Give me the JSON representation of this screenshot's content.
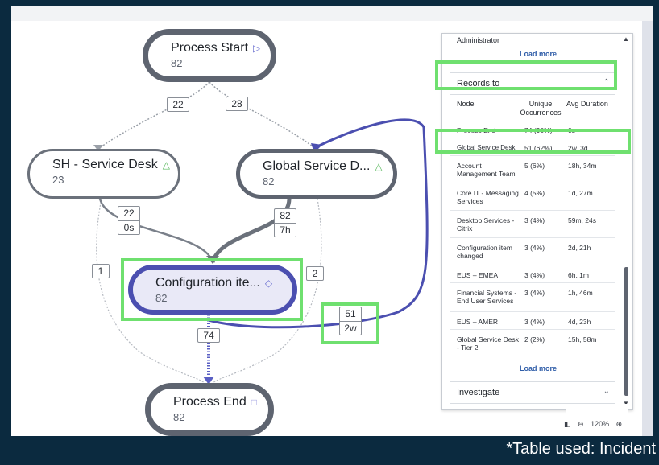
{
  "nodes": {
    "start": {
      "title": "Process Start",
      "count": "82",
      "glyph": "▷"
    },
    "sh": {
      "title": "SH - Service Desk",
      "count": "23",
      "glyph": "△"
    },
    "gsd": {
      "title": "Global Service D...",
      "count": "82",
      "glyph": "△"
    },
    "ci": {
      "title": "Configuration ite...",
      "count": "82",
      "glyph": "◇"
    },
    "end": {
      "title": "Process End",
      "count": "82",
      "glyph": "□"
    }
  },
  "edges": {
    "start_sh": "22",
    "start_gsd": "28",
    "sh_ci_count": "22",
    "sh_ci_dur": "0s",
    "gsd_ci_count": "82",
    "gsd_ci_dur": "7h",
    "left_loop": "1",
    "right_loop": "2",
    "ci_end": "74",
    "ci_gsd_count": "51",
    "ci_gsd_dur": "2w"
  },
  "panel": {
    "admin": "Administrator",
    "load_more": "Load more",
    "records_to": "Records to",
    "col_node": "Node",
    "col_unique": "Unique Occurrences",
    "col_avg": "Avg Duration",
    "rows": [
      {
        "node": "Process End",
        "unique": "74 (90%)",
        "avg": "0s"
      },
      {
        "node": "Global Service Desk",
        "unique": "51 (62%)",
        "avg": "2w, 3d"
      },
      {
        "node": "Account Management Team",
        "unique": "5 (6%)",
        "avg": "18h, 34m"
      },
      {
        "node": "Core IT - Messaging Services",
        "unique": "4 (5%)",
        "avg": "1d, 27m"
      },
      {
        "node": "Desktop Services - Citrix",
        "unique": "3 (4%)",
        "avg": "59m, 24s"
      },
      {
        "node": "Configuration item changed",
        "unique": "3 (4%)",
        "avg": "2d, 21h"
      },
      {
        "node": "EUS – EMEA",
        "unique": "3 (4%)",
        "avg": "6h, 1m"
      },
      {
        "node": "Financial Systems - End User Services",
        "unique": "3 (4%)",
        "avg": "1h, 46m"
      },
      {
        "node": "EUS – AMER",
        "unique": "3 (4%)",
        "avg": "4d, 23h"
      },
      {
        "node": "Global Service Desk - Tier 2",
        "unique": "2 (2%)",
        "avg": "15h, 58m"
      }
    ],
    "load_more_2": "Load more",
    "investigate": "Investigate"
  },
  "zoom": "120%",
  "footer": "*Table used: Incident",
  "colors": {
    "highlight": "#6fe06f",
    "accent": "#4b4fb0",
    "triangle": "#58b85c",
    "square": "#a9a9e6"
  }
}
